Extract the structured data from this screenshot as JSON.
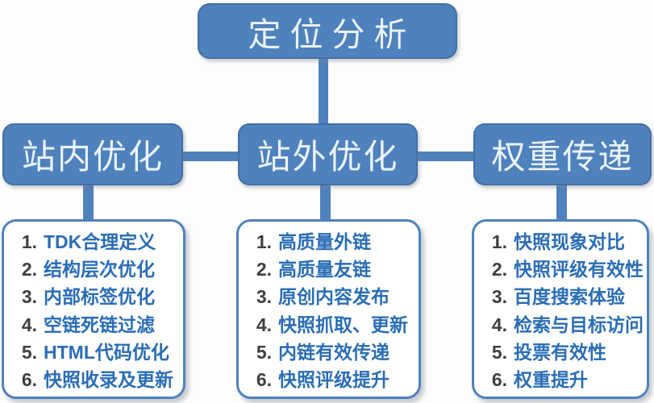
{
  "diagram": {
    "root": {
      "label": "定位分析"
    },
    "branches": [
      {
        "label": "站内优化",
        "items": [
          {
            "num": "1.",
            "text": "TDK合理定义"
          },
          {
            "num": "2.",
            "text": "结构层次优化"
          },
          {
            "num": "3.",
            "text": "内部标签优化"
          },
          {
            "num": "4.",
            "text": "空链死链过滤"
          },
          {
            "num": "5.",
            "text": "HTML代码优化"
          },
          {
            "num": "6.",
            "text": "快照收录及更新"
          }
        ]
      },
      {
        "label": "站外优化",
        "items": [
          {
            "num": "1.",
            "text": "高质量外链"
          },
          {
            "num": "2.",
            "text": "高质量友链"
          },
          {
            "num": "3.",
            "text": "原创内容发布"
          },
          {
            "num": "4.",
            "text": "快照抓取、更新"
          },
          {
            "num": "5.",
            "text": "内链有效传递"
          },
          {
            "num": "6.",
            "text": "快照评级提升"
          }
        ]
      },
      {
        "label": "权重传递",
        "items": [
          {
            "num": "1.",
            "text": "快照现象对比"
          },
          {
            "num": "2.",
            "text": "快照评级有效性"
          },
          {
            "num": "3.",
            "text": "百度搜索体验"
          },
          {
            "num": "4.",
            "text": "检索与目标访问"
          },
          {
            "num": "5.",
            "text": "投票有效性"
          },
          {
            "num": "6.",
            "text": "权重提升"
          }
        ]
      }
    ],
    "colors": {
      "node_fill": "#4f81bd",
      "node_text": "#eaf3fb",
      "list_border": "#4f81bd",
      "item_number": "#3f3f41",
      "item_text": "#2a6db6"
    }
  }
}
